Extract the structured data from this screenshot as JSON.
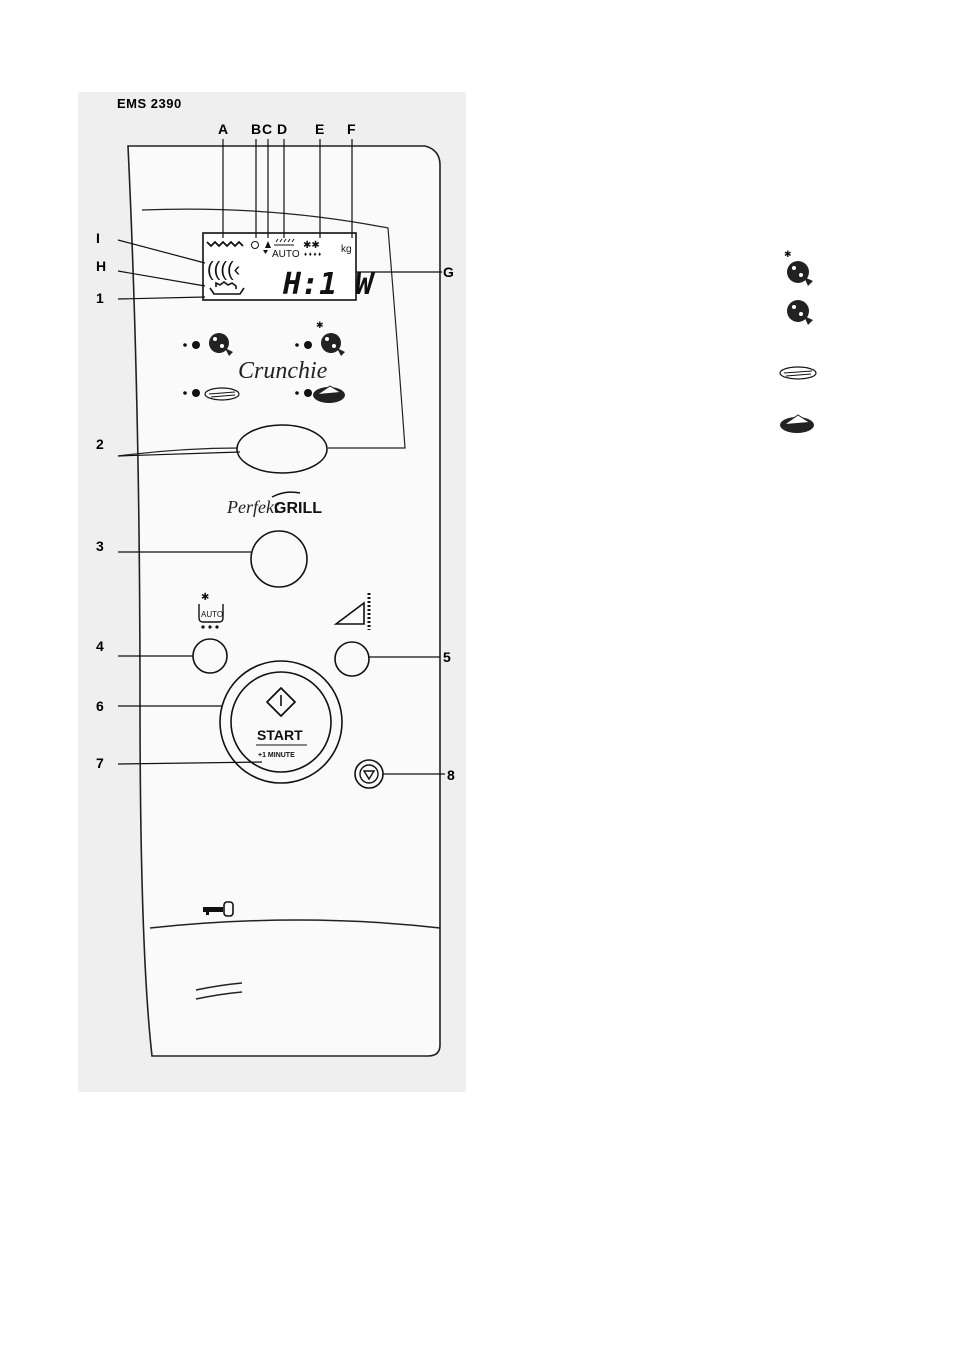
{
  "model": "EMS 2390",
  "callouts": {
    "A": "A",
    "B": "B",
    "C": "C",
    "D": "D",
    "E": "E",
    "F": "F",
    "G": "G",
    "H": "H",
    "I": "I",
    "n1": "1",
    "n2": "2",
    "n3": "3",
    "n4": "4",
    "n5": "5",
    "n6": "6",
    "n7": "7",
    "n8": "8"
  },
  "display": {
    "readout": "H:1 W",
    "auto": "AUTO",
    "kg": "kg"
  },
  "crunchie": "Crunchie",
  "perfekt": "Perfekt",
  "grill": "GRILL",
  "auto_label": "AUTO",
  "start": {
    "label": "START",
    "sub": "+1 MINUTE"
  },
  "icon_legend": [
    "frozen-pizza-icon",
    "pizza-icon",
    "chips-icon",
    "pie-icon"
  ]
}
